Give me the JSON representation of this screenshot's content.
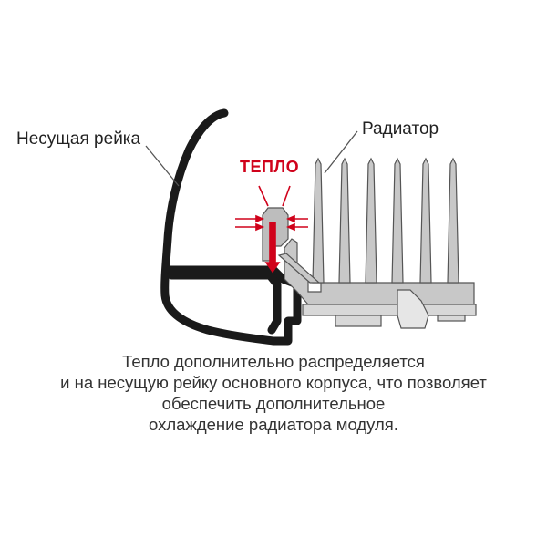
{
  "labels": {
    "rail": "Несущая рейка",
    "radiator": "Радиатор",
    "heat": "ТЕПЛО"
  },
  "caption": {
    "lines": [
      "Тепло дополнительно распределяется",
      "и на несущую рейку основного корпуса, что позволяет",
      "обеспечить дополнительное",
      "охлаждение радиатора модуля."
    ]
  },
  "colors": {
    "outline": "#1a1a1a",
    "heat": "#d0021b",
    "radiator_fill": "#c8c8c8",
    "radiator_stroke": "#555555",
    "text": "#222222"
  }
}
